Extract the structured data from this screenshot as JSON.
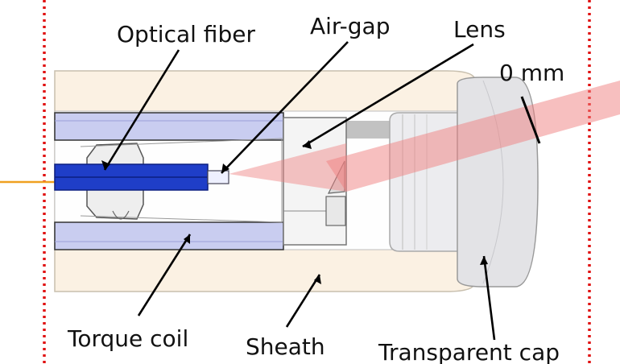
{
  "labels": {
    "optical_fiber": "Optical fiber",
    "air_gap": "Air-gap",
    "lens": "Lens",
    "zero_mm": "0 mm",
    "torque_coil": "Torque coil",
    "sheath": "Sheath",
    "transparent_cap": "Transparent cap"
  },
  "colors": {
    "sheath": "#fbf1e3",
    "sheath_outline": "#c8bfae",
    "torque_coil": "#c9cdf0",
    "fiber": "#1f3ec8",
    "beam": "#f08080",
    "cap": "#e3e3e6",
    "lens_housing": "#f4f4f4",
    "boundary_dots": "#e01010",
    "axis_line": "#f0a020"
  }
}
